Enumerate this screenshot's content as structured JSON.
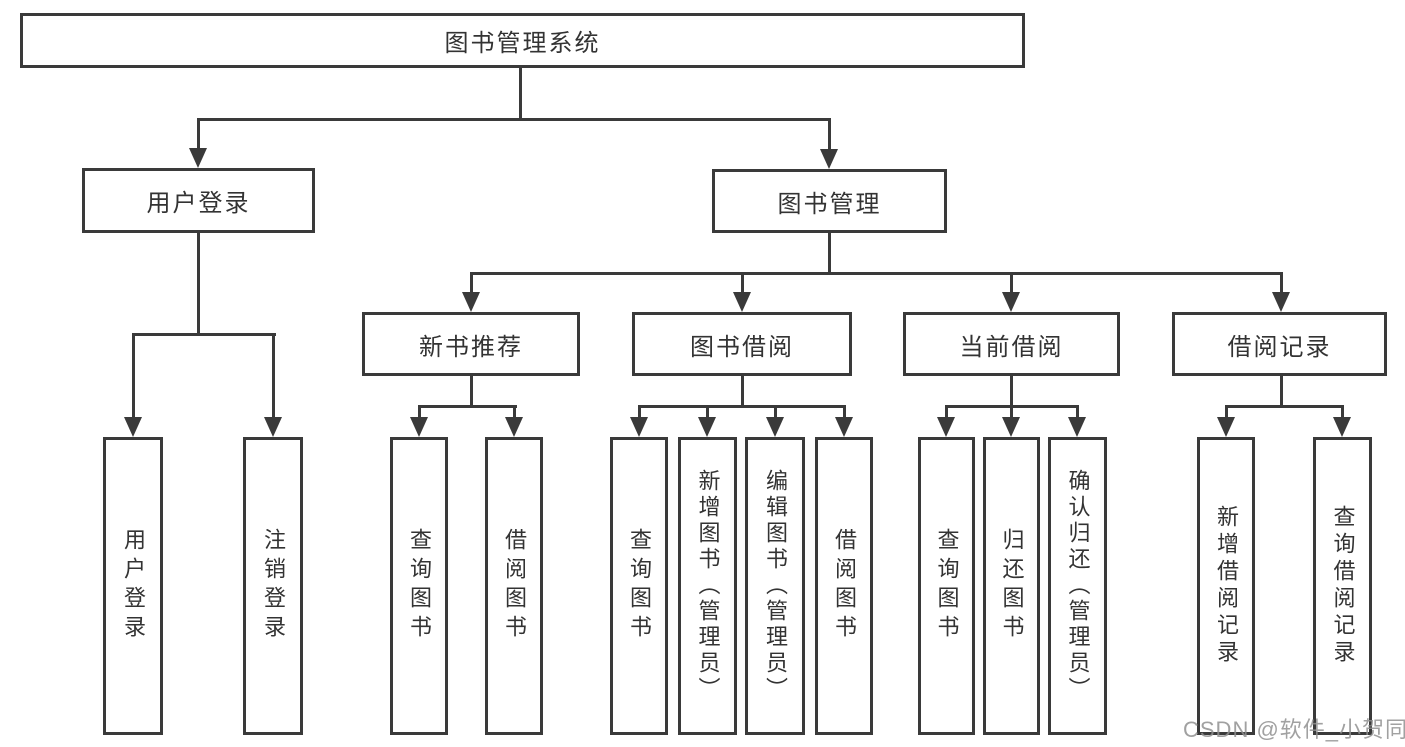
{
  "diagram": {
    "title": "图书管理系统",
    "root": {
      "label": "图书管理系统"
    },
    "level2": [
      {
        "label": "用户登录"
      },
      {
        "label": "图书管理"
      }
    ],
    "level3": [
      {
        "label": "新书推荐",
        "parent": "图书管理"
      },
      {
        "label": "图书借阅",
        "parent": "图书管理"
      },
      {
        "label": "当前借阅",
        "parent": "图书管理"
      },
      {
        "label": "借阅记录",
        "parent": "图书管理"
      }
    ],
    "leaves": [
      {
        "label": "用户登录",
        "parent": "用户登录"
      },
      {
        "label": "注销登录",
        "parent": "用户登录"
      },
      {
        "label": "查询图书",
        "parent": "新书推荐"
      },
      {
        "label": "借阅图书",
        "parent": "新书推荐"
      },
      {
        "label": "查询图书",
        "parent": "图书借阅"
      },
      {
        "label": "新增图书（管理员）",
        "parent": "图书借阅"
      },
      {
        "label": "编辑图书（管理员）",
        "parent": "图书借阅"
      },
      {
        "label": "借阅图书",
        "parent": "图书借阅"
      },
      {
        "label": "查询图书",
        "parent": "当前借阅"
      },
      {
        "label": "归还图书",
        "parent": "当前借阅"
      },
      {
        "label": "确认归还（管理员）",
        "parent": "当前借阅"
      },
      {
        "label": "新增借阅记录",
        "parent": "借阅记录"
      },
      {
        "label": "查询借阅记录",
        "parent": "借阅记录"
      }
    ],
    "colors": {
      "line": "#3a3a3a",
      "box_border": "#3a3a3a",
      "text": "#333333",
      "background": "#ffffff",
      "watermark": "#919191"
    },
    "watermark": "CSDN @软件_小贺同学"
  }
}
